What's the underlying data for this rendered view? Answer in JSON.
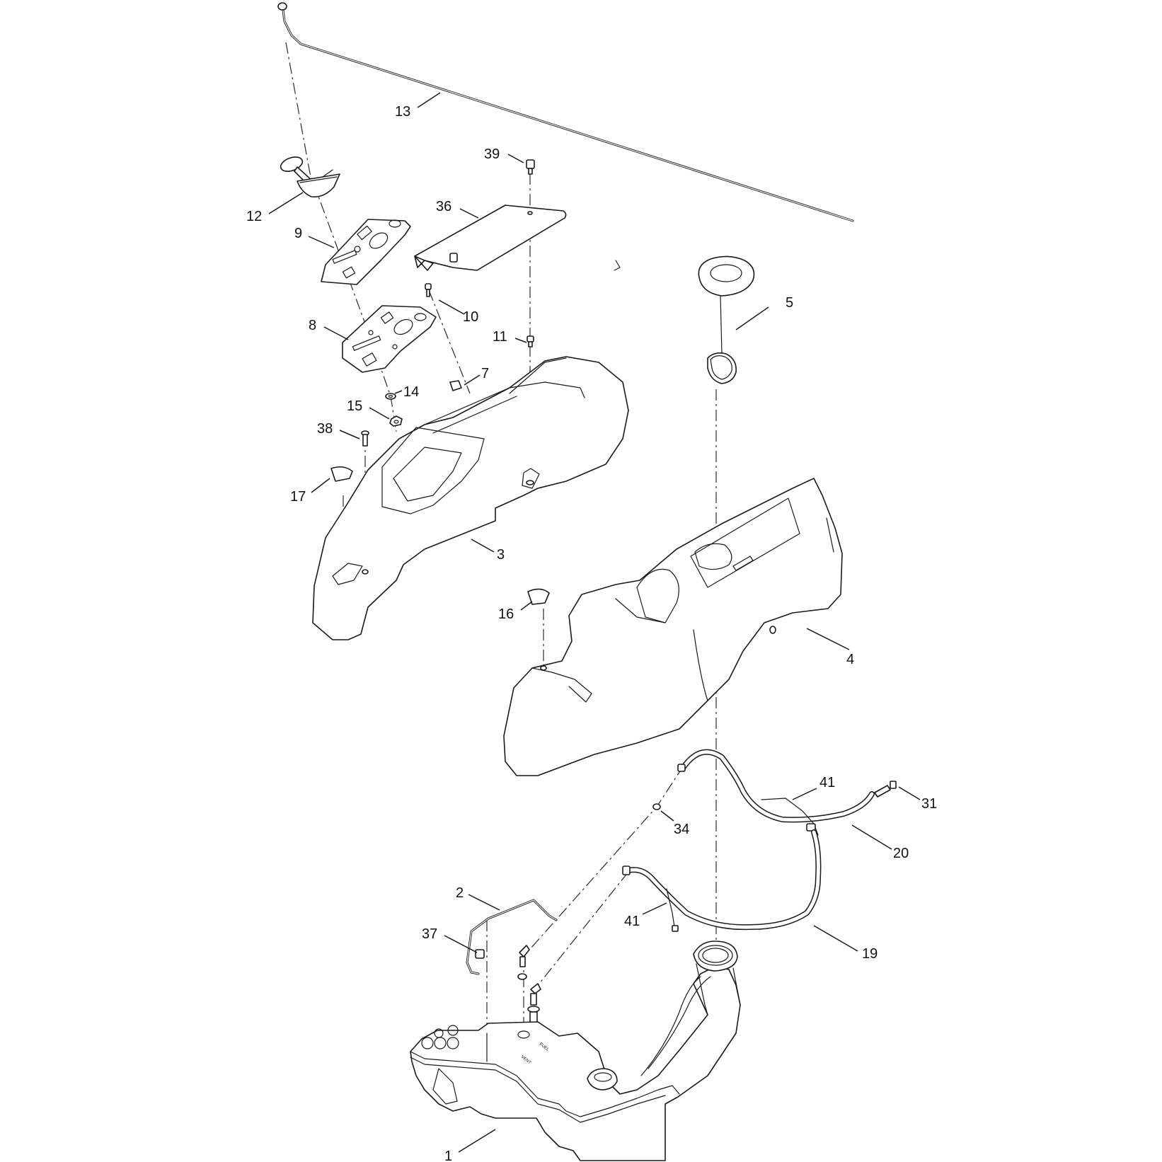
{
  "diagram": {
    "callouts": [
      {
        "id": "c13",
        "label": "13"
      },
      {
        "id": "c39",
        "label": "39"
      },
      {
        "id": "c12",
        "label": "12"
      },
      {
        "id": "c36",
        "label": "36"
      },
      {
        "id": "c9",
        "label": "9"
      },
      {
        "id": "c5",
        "label": "5"
      },
      {
        "id": "c10",
        "label": "10"
      },
      {
        "id": "c8",
        "label": "8"
      },
      {
        "id": "c11",
        "label": "11"
      },
      {
        "id": "c7",
        "label": "7"
      },
      {
        "id": "c14",
        "label": "14"
      },
      {
        "id": "c15",
        "label": "15"
      },
      {
        "id": "c38",
        "label": "38"
      },
      {
        "id": "c17",
        "label": "17"
      },
      {
        "id": "c3",
        "label": "3"
      },
      {
        "id": "c16",
        "label": "16"
      },
      {
        "id": "c4",
        "label": "4"
      },
      {
        "id": "c41a",
        "label": "41"
      },
      {
        "id": "c31",
        "label": "31"
      },
      {
        "id": "c34",
        "label": "34"
      },
      {
        "id": "c20",
        "label": "20"
      },
      {
        "id": "c2",
        "label": "2"
      },
      {
        "id": "c37",
        "label": "37"
      },
      {
        "id": "c41b",
        "label": "41"
      },
      {
        "id": "c19",
        "label": "19"
      },
      {
        "id": "c1",
        "label": "1"
      }
    ],
    "tank_markings": {
      "fuel": "FUEL",
      "vent": "VENT"
    }
  }
}
